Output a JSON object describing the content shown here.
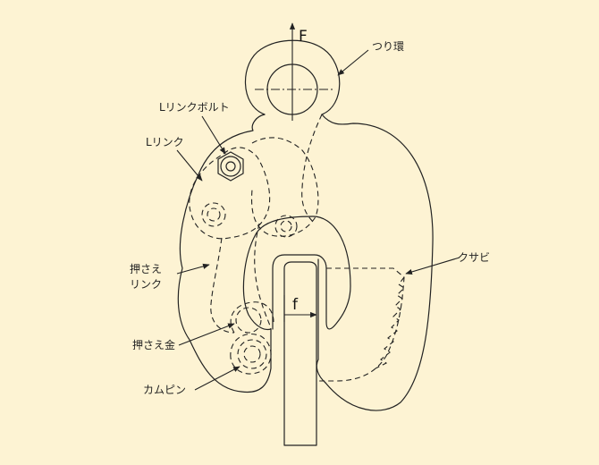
{
  "labels": {
    "force": "F",
    "lifting_eye": "つり環",
    "l_link_bolt": "Lリンクボルト",
    "l_link": "Lリンク",
    "presser_link_line1": "押さえ",
    "presser_link_line2": "リンク",
    "presser_metal": "押さえ金",
    "cam_pin": "カムピン",
    "wedge": "クサビ",
    "jaw_opening": "f"
  },
  "colors": {
    "background": "#fdf3d3",
    "line": "#222222"
  }
}
